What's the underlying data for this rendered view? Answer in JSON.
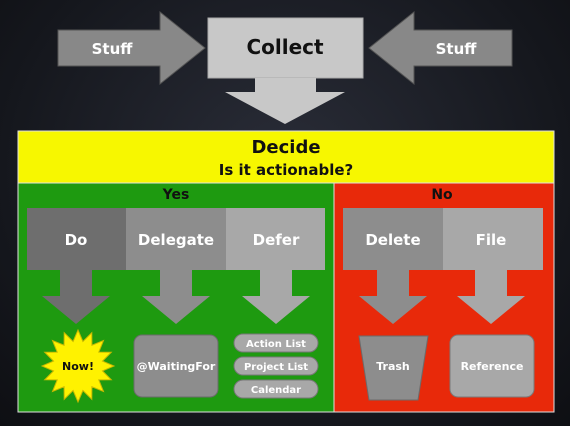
{
  "top": {
    "left_input": "Stuff",
    "collect": "Collect",
    "right_input": "Stuff"
  },
  "decide": {
    "title": "Decide",
    "question": "Is it actionable?"
  },
  "yes": {
    "label": "Yes",
    "do": "Do",
    "delegate": "Delegate",
    "defer": "Defer",
    "now": "Now!",
    "waiting_for": "@WaitingFor",
    "defer_lists": [
      "Action List",
      "Project List",
      "Calendar"
    ]
  },
  "no": {
    "label": "No",
    "delete": "Delete",
    "file": "File",
    "trash": "Trash",
    "reference": "Reference"
  },
  "colors": {
    "decide_bar": "#f7f700",
    "yes_panel": "#1e9a10",
    "no_panel": "#e8290a",
    "box_dark": "#6e6e6e",
    "box_mid": "#8d8d8d",
    "box_light": "#a8a8a8",
    "collect_box": "#c8c8c8",
    "burst": "#fff200"
  }
}
